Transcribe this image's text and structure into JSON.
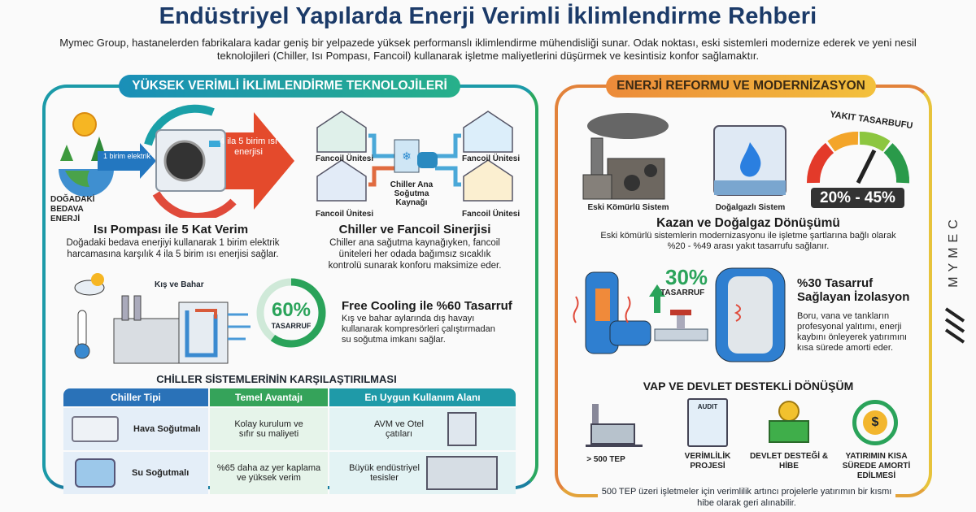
{
  "title": "Endüstriyel Yapılarda Enerji Verimli İklimlendirme Rehberi",
  "subtitle": "Mymec Group, hastanelerden fabrikalara kadar geniş bir yelpazede yüksek performanslı iklimlendirme mühendisliği sunar. Odak noktası, eski sistemleri modernize ederek ve yeni nesil teknolojileri (Chiller, Isı Pompası, Fancoil) kullanarak işletme maliyetlerini düşürmek ve kesintisiz konfor sağlamaktır.",
  "left": {
    "header": "YÜKSEK VERİMLİ İKLİMLENDİRME TEKNOLOJİLERİ",
    "heat_pump": {
      "natural_label": "DOĞADAKİ BEDAVA ENERJİ",
      "input_label": "1 birim elektrik",
      "output_label": "4 ila 5 birim ısı enerjisi",
      "title": "Isı Pompası ile 5 Kat Verim",
      "desc": "Doğadaki bedava enerjiyi kullanarak 1 birim elektrik harcamasına karşılık 4 ila 5 birim ısı enerjisi sağlar."
    },
    "chiller": {
      "fancoil_labels": [
        "Fancoil Ünitesi",
        "Fancoil Ünitesi",
        "Fancoil Ünitesi",
        "Fancoil Ünitesi"
      ],
      "source_label": "Chiller Ana Soğutma Kaynağı",
      "title": "Chiller ve Fancoil Sinerjisi",
      "desc": "Chiller ana sağutma kaynağıyken, fancoil üniteleri her odada bağımsız sıcaklık kontrolü sunarak konforu maksimize eder."
    },
    "free_cooling": {
      "season_label": "Kış ve Bahar",
      "percent": "60%",
      "percent_value": 60,
      "percent_label": "TASARRUF",
      "title": "Free Cooling ile %60 Tasarruf",
      "desc": "Kış ve bahar aylarında dış havayı kullanarak kompresörleri çalıştırmadan su soğutma imkanı sağlar."
    },
    "table": {
      "title": "CHİLLER SİSTEMLERİNİN KARŞILAŞTIRILMASI",
      "headers": [
        "Chiller Tipi",
        "Temel Avantajı",
        "En Uygun Kullanım Alanı"
      ],
      "rows": [
        [
          "Hava Soğutmalı",
          "Kolay kurulum ve sıfır su maliyeti",
          "AVM ve Otel çatıları"
        ],
        [
          "Su Soğutmalı",
          "%65 daha az yer kaplama ve yüksek verim",
          "Büyük endüstriyel tesisler"
        ]
      ]
    }
  },
  "right": {
    "header": "ENERJİ REFORMU VE MODERNİZASYON",
    "boiler": {
      "old_label": "Eski Kömürlü Sistem",
      "new_label": "Doğalgazlı Sistem",
      "gauge_title": "YAKIT TASARBUFU",
      "gauge_range": "20% - 45%",
      "title": "Kazan ve Doğalgaz Dönüşümü",
      "desc": "Eski kömürlü sistemlerin modernizasyonu ile işletme şartlarına bağlı olarak %20 - %49 arası yakıt tasarrufu sağlanır."
    },
    "insulation": {
      "percent": "30%",
      "percent_label": "TASARRUF",
      "title": "%30 Tasarruf Sağlayan İzolasyon",
      "desc": "Boru, vana ve tankların profesyonal yalıtımı, enerji kaybını önleyerek yatırımını kısa sürede amorti eder."
    },
    "vap": {
      "title": "VAP VE DEVLET DESTEKLİ DÖNÜŞÜM",
      "audit_label": "AUDIT",
      "items": [
        "> 500 TEP",
        "VERİMLİLİK PROJESİ",
        "DEVLET DESTEĞİ & HİBE",
        "YATIRIMIN KISA SÜREDE AMORTİ EDİLMESİ"
      ]
    },
    "footer": "500 TEP üzeri işletmeler için verimlilik artıncı projelerle yatırımın bir kısmı hibe olarak geri alınabilir."
  },
  "brand": "MYMEC",
  "colors": {
    "navy": "#1b3a68",
    "teal": "#1a8fb8",
    "green": "#27a85a",
    "orange": "#ec8a3a",
    "yellow": "#f3c13c"
  }
}
